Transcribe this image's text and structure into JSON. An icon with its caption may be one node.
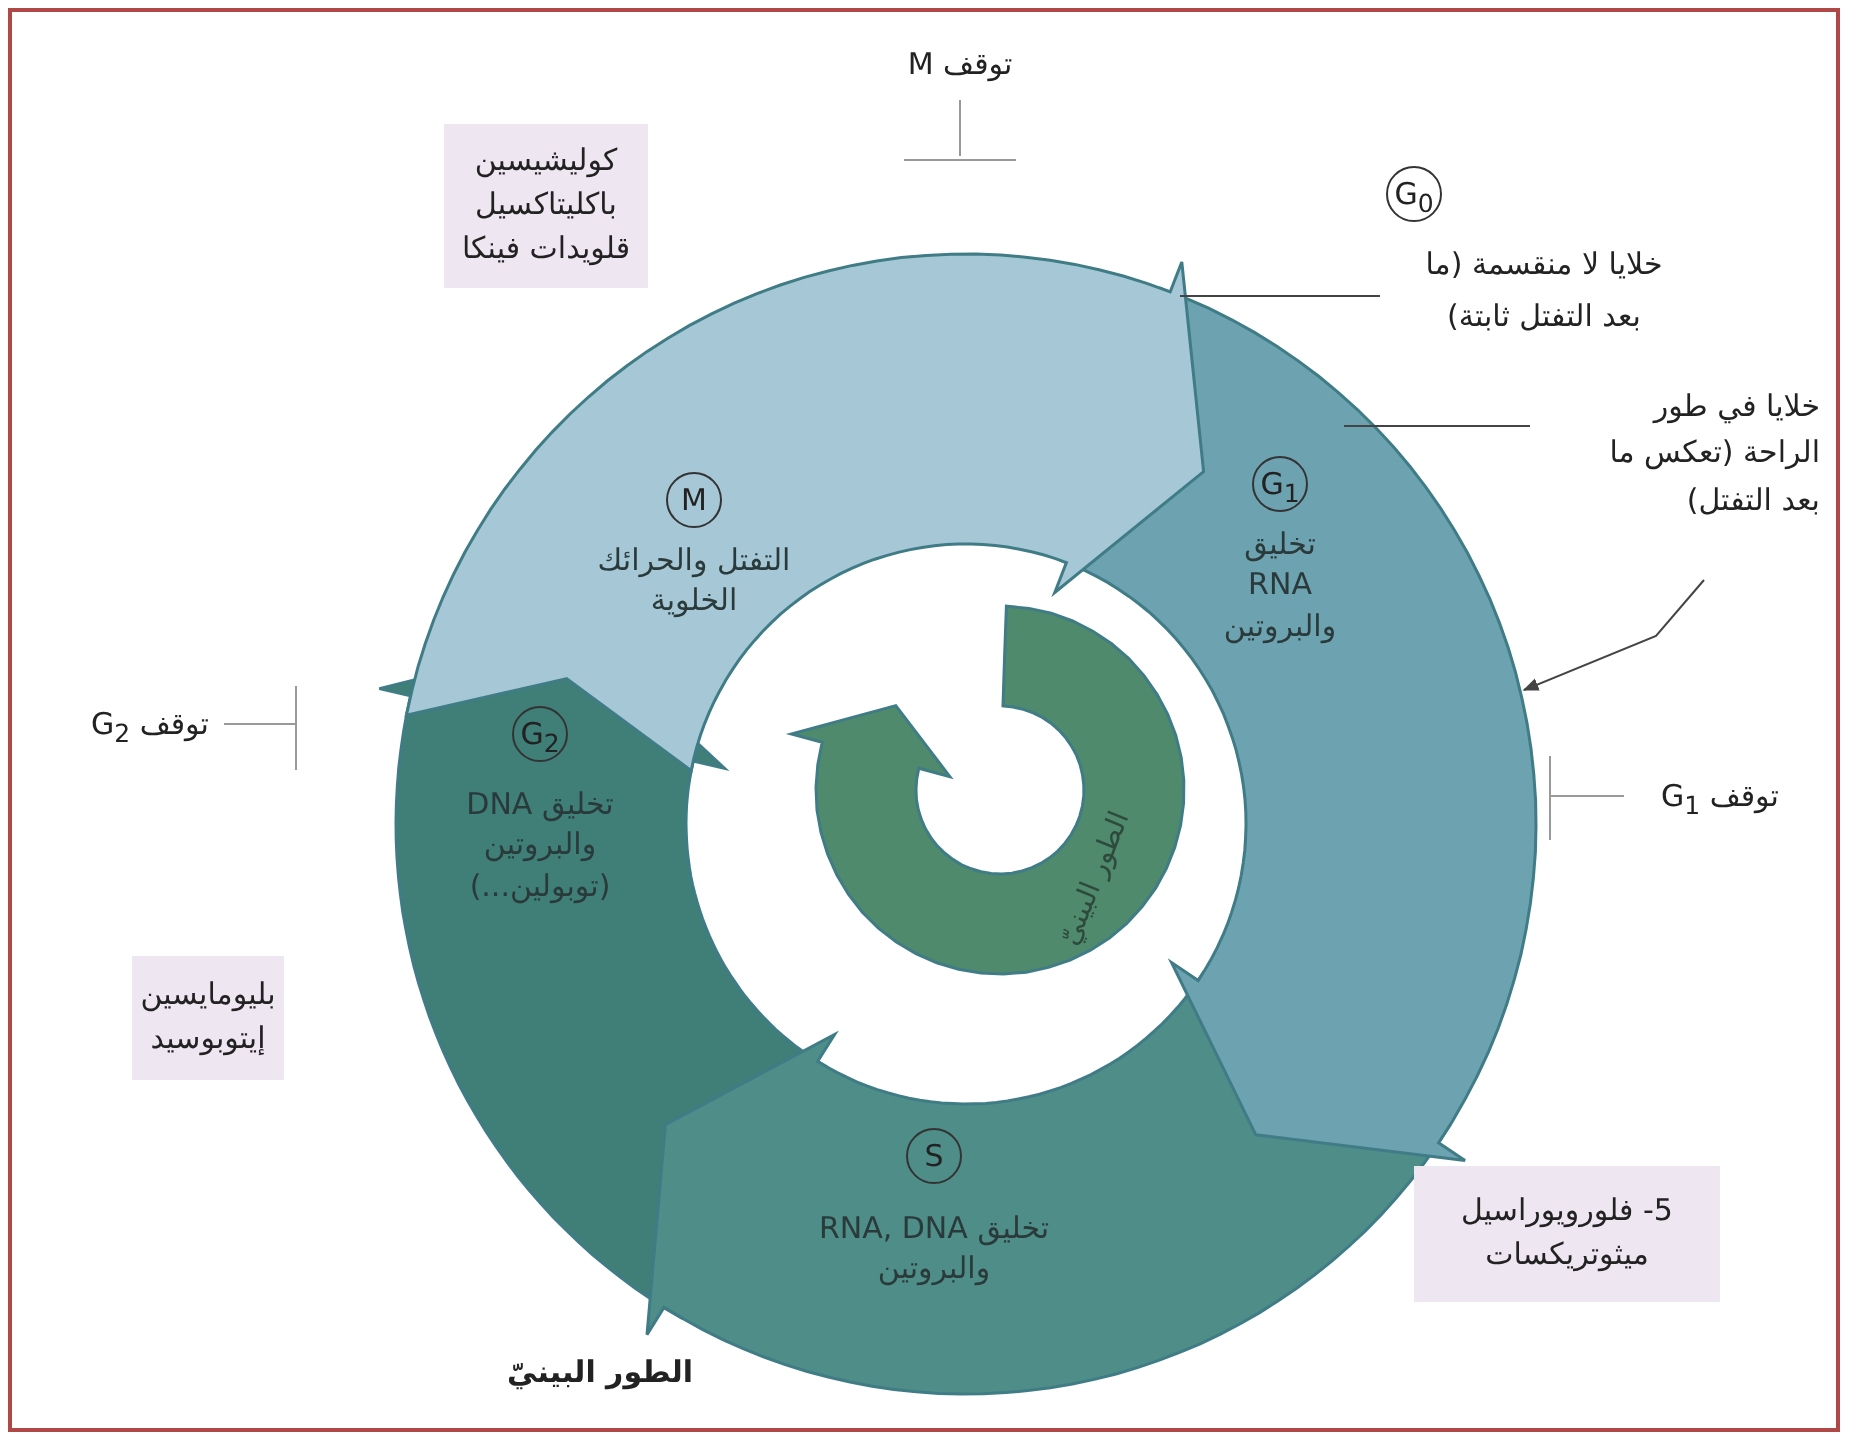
{
  "diagram": {
    "nodes": [
      {
        "text": [
          "كوليشيسين باكليتاكسيل قلويدات فينكا"
        ]
      },
      {
        "text": [
          "G$_{0}$",
          "خلايا لا منقسمة (ما بعد التفتل ثابتة)"
        ]
      },
      {
        "text": [
          "M",
          "التفتل والحرائك الخلوية"
        ]
      },
      {
        "text": [
          "خلايا في طور الراحة (تعكس ما بعد التفتل)"
        ]
      },
      {
        "text": [
          "G$_{1}$",
          "تخليق RNA والبروتين"
        ]
      },
      {
        "text": [
          "G$_{2}$",
          "تخليق DNA والبروتين (توبولين...)"
        ]
      },
      {
        "text": [
          "الطور البينيّ"
        ]
      },
      {
        "text": [
          "بليومايسين إيتوبوسيد"
        ]
      },
      {
        "text": [
          "S",
          "تخليق RNA, DNA والبروتين"
        ]
      },
      {
        "text": [
          "5- فلورويوراسيل ميثوتريكسات"
        ]
      }
    ],
    "edges": [
      {
        "from": 4,
        "to": 1,
        "arrow": "none"
      },
      {
        "from": 4,
        "to": 3,
        "arrow": "none"
      },
      {
        "from": 3,
        "to": 4,
        "arrow": "to"
      }
    ],
    "labels": [
      "توقف M",
      "توقف G$_{2}$",
      "توقف G$_{1}$",
      "الطور البينيّ"
    ]
  }
}
